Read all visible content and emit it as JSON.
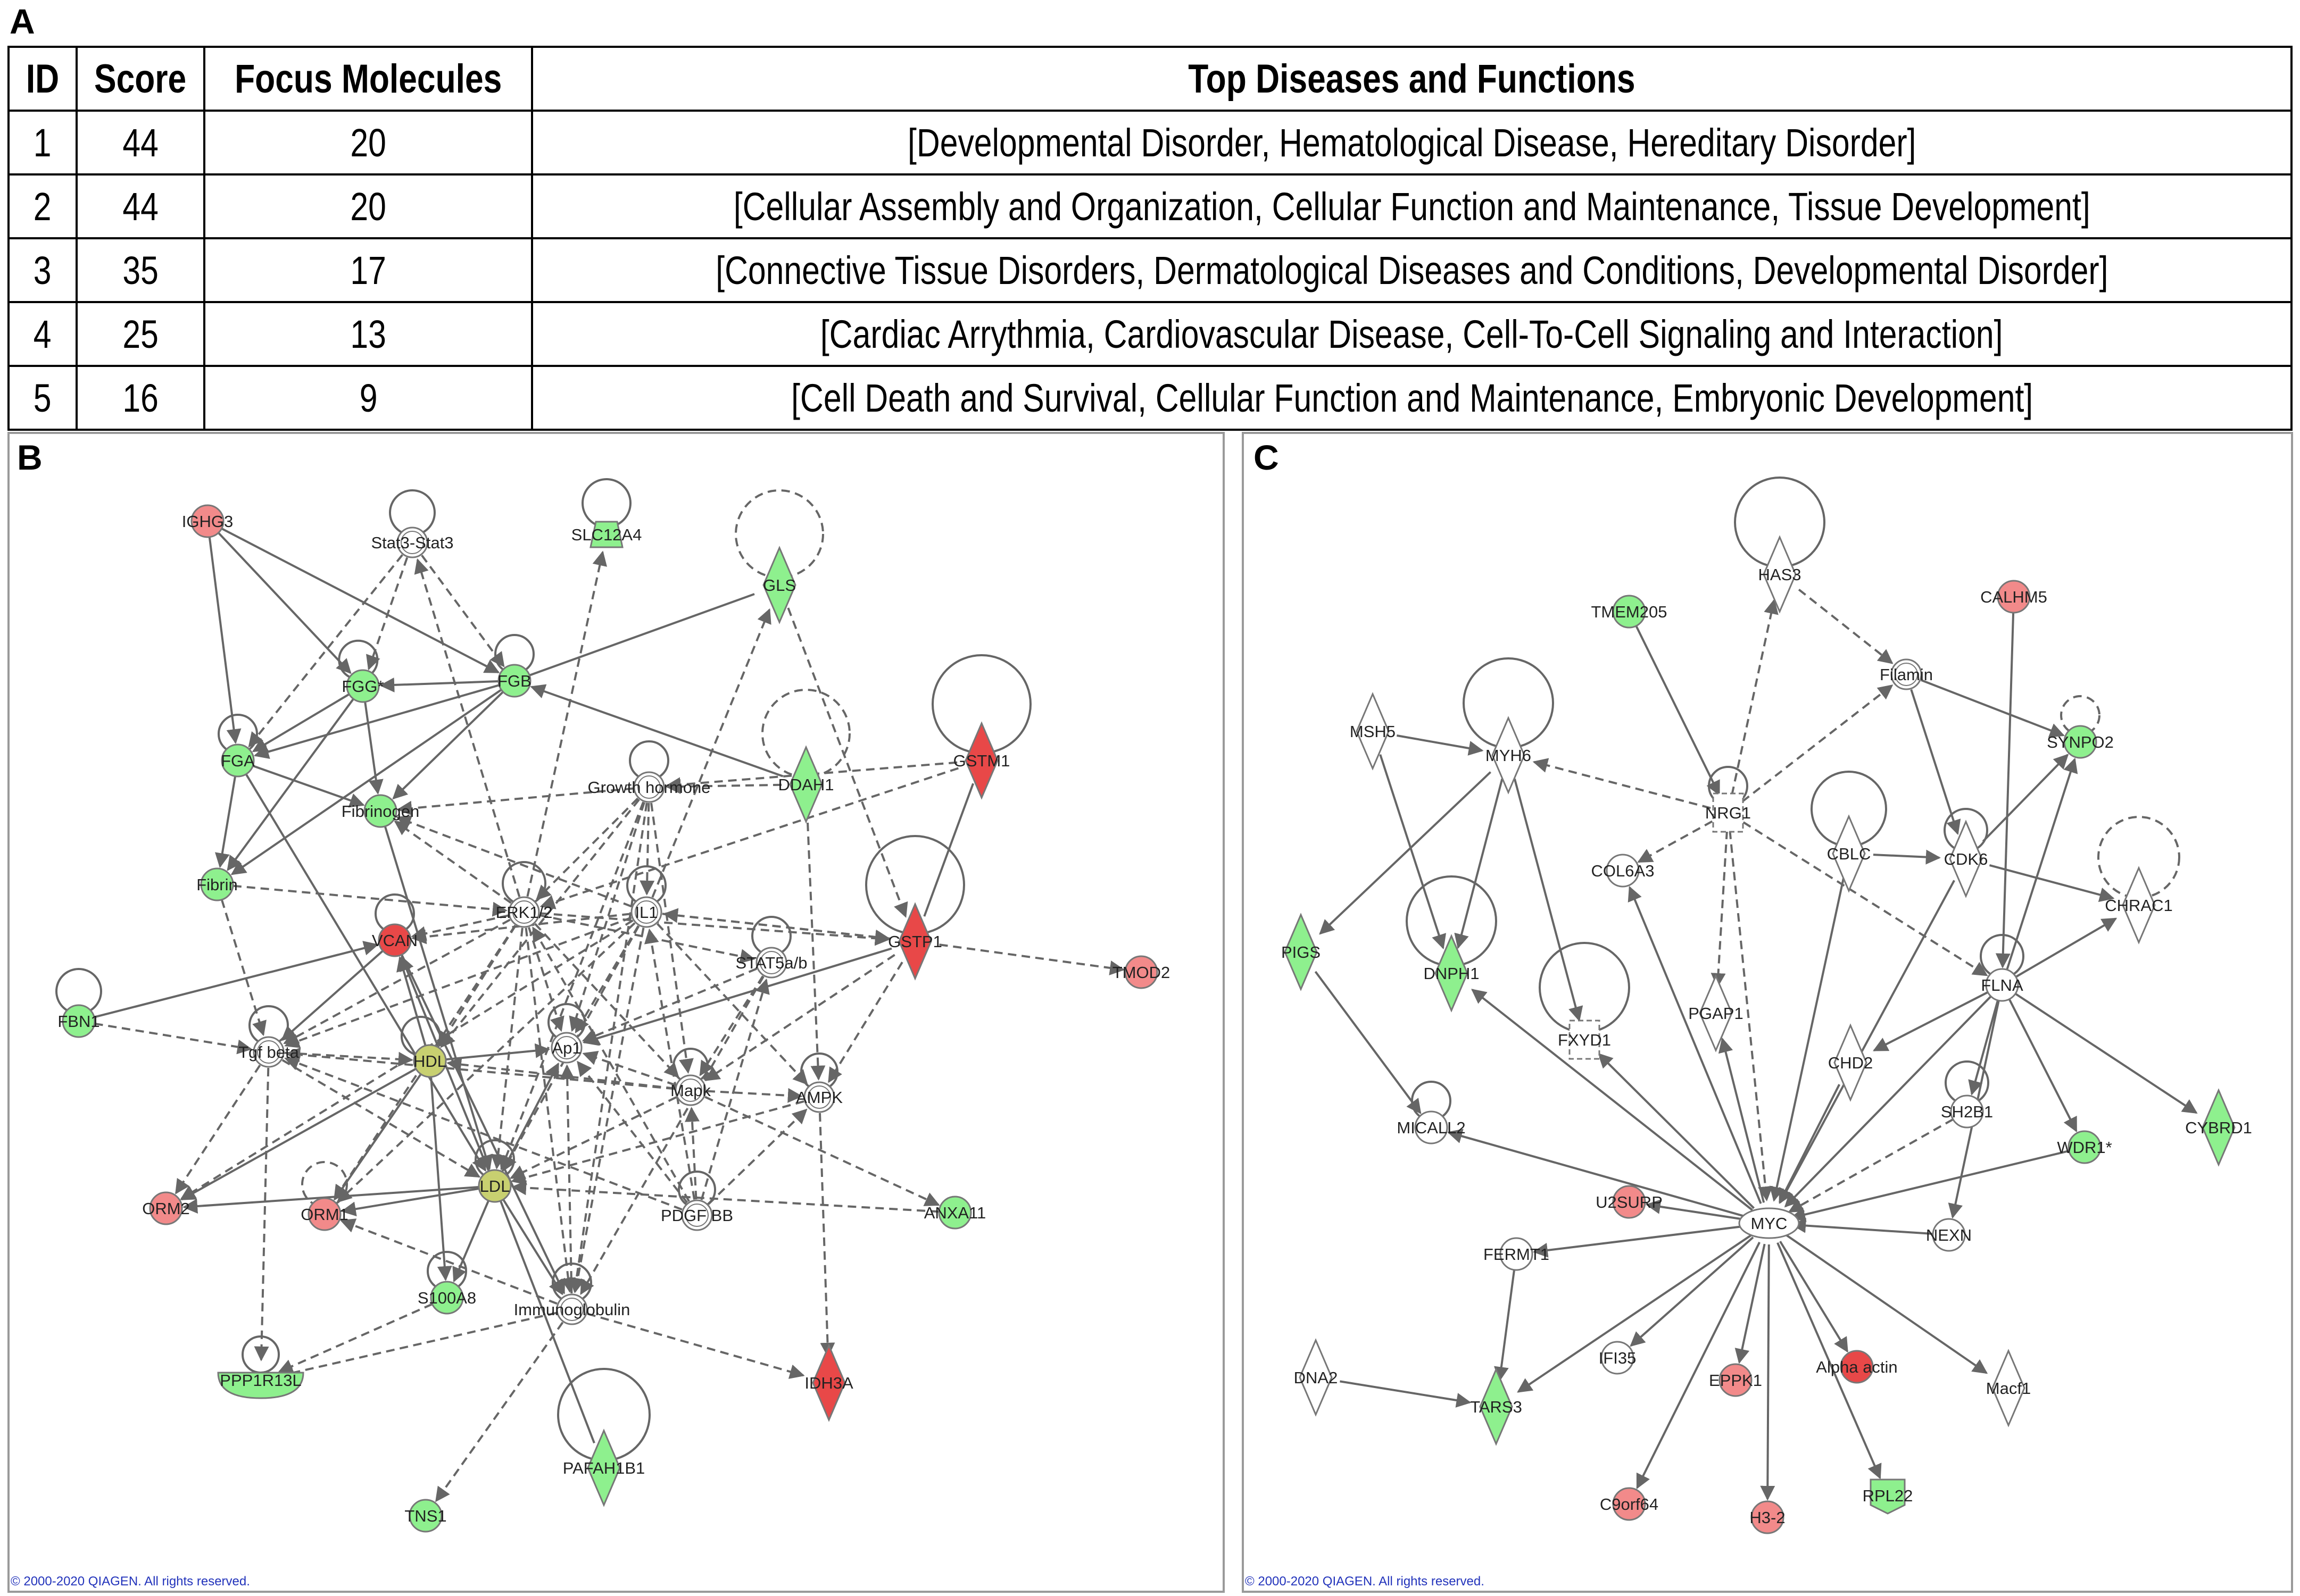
{
  "panel_labels": {
    "a": "A",
    "b": "B",
    "c": "C"
  },
  "table": {
    "headers": [
      "ID",
      "Score",
      "Focus Molecules",
      "Top Diseases and Functions"
    ],
    "rows": [
      [
        "1",
        "44",
        "20",
        "[Developmental Disorder, Hematological Disease, Hereditary Disorder]"
      ],
      [
        "2",
        "44",
        "20",
        "[Cellular Assembly and Organization, Cellular Function and Maintenance, Tissue Development]"
      ],
      [
        "3",
        "35",
        "17",
        "[Connective Tissue Disorders, Dermatological Diseases and Conditions, Developmental Disorder]"
      ],
      [
        "4",
        "25",
        "13",
        "[Cardiac Arrythmia, Cardiovascular Disease, Cell-To-Cell Signaling and Interaction]"
      ],
      [
        "5",
        "16",
        "9",
        "[Cell Death and Survival, Cellular Function and Maintenance, Embryonic Development]"
      ]
    ]
  },
  "copyright": {
    "b": "© 2000-2020 QIAGEN. All rights reserved.",
    "c": "© 2000-2020 QIAGEN. All rights reserved."
  },
  "colors": {
    "up": "#f28a8a",
    "up_strong": "#e84848",
    "down": "#8ef08e",
    "mixed": "#c8d070",
    "neutral": "#ffffff",
    "edge": "#666666",
    "copyright": "#2233bb"
  },
  "network_b": {
    "nodes": [
      {
        "id": "IGHG3",
        "label": "IGHG3",
        "shape": "circle",
        "color": "up"
      },
      {
        "id": "Stat3-Stat3",
        "label": "Stat3-Stat3",
        "shape": "dcircle",
        "color": "neutral"
      },
      {
        "id": "SLC12A4",
        "label": "SLC12A4",
        "shape": "trap",
        "color": "down"
      },
      {
        "id": "GLS",
        "label": "GLS",
        "shape": "diamond",
        "color": "down"
      },
      {
        "id": "FGG",
        "label": "FGG*",
        "shape": "circle",
        "color": "down"
      },
      {
        "id": "FGB",
        "label": "FGB",
        "shape": "circle",
        "color": "down"
      },
      {
        "id": "FGA",
        "label": "FGA",
        "shape": "circle",
        "color": "down"
      },
      {
        "id": "Growth hormone",
        "label": "Growth hormone",
        "shape": "dcircle",
        "color": "neutral"
      },
      {
        "id": "DDAH1",
        "label": "DDAH1",
        "shape": "diamond",
        "color": "down"
      },
      {
        "id": "GSTM1",
        "label": "GSTM1",
        "shape": "diamond",
        "color": "up_strong"
      },
      {
        "id": "Fibrinogen",
        "label": "Fibrinogen",
        "shape": "circle",
        "color": "down"
      },
      {
        "id": "Fibrin",
        "label": "Fibrin",
        "shape": "circle",
        "color": "down"
      },
      {
        "id": "ERK1/2",
        "label": "ERK1/2",
        "shape": "dcircle",
        "color": "neutral"
      },
      {
        "id": "IL1",
        "label": "IL1",
        "shape": "dcircle",
        "color": "neutral"
      },
      {
        "id": "VCAN",
        "label": "VCAN",
        "shape": "circle",
        "color": "up_strong"
      },
      {
        "id": "STAT5a/b",
        "label": "STAT5a/b",
        "shape": "dcircle",
        "color": "neutral"
      },
      {
        "id": "GSTP1",
        "label": "GSTP1",
        "shape": "diamond",
        "color": "up_strong"
      },
      {
        "id": "TMOD2",
        "label": "TMOD2",
        "shape": "circle",
        "color": "up"
      },
      {
        "id": "FBN1",
        "label": "FBN1",
        "shape": "circle",
        "color": "down"
      },
      {
        "id": "Tgf beta",
        "label": "Tgf beta",
        "shape": "dcircle",
        "color": "neutral"
      },
      {
        "id": "HDL",
        "label": "HDL",
        "shape": "circle",
        "color": "mixed"
      },
      {
        "id": "Ap1",
        "label": "Ap1",
        "shape": "dcircle",
        "color": "neutral"
      },
      {
        "id": "Mapk",
        "label": "Mapk",
        "shape": "dcircle",
        "color": "neutral"
      },
      {
        "id": "AMPK",
        "label": "AMPK",
        "shape": "dcircle",
        "color": "neutral"
      },
      {
        "id": "ORM2",
        "label": "ORM2",
        "shape": "circle",
        "color": "up"
      },
      {
        "id": "ORM1",
        "label": "ORM1",
        "shape": "circle",
        "color": "up"
      },
      {
        "id": "LDL",
        "label": "LDL",
        "shape": "circle",
        "color": "mixed"
      },
      {
        "id": "PDGF BB",
        "label": "PDGF BB",
        "shape": "dcircle",
        "color": "neutral"
      },
      {
        "id": "ANXA11",
        "label": "ANXA11",
        "shape": "circle",
        "color": "down"
      },
      {
        "id": "S100A8",
        "label": "S100A8",
        "shape": "circle",
        "color": "down"
      },
      {
        "id": "Immunoglobulin",
        "label": "Immunoglobulin",
        "shape": "dcircle",
        "color": "neutral"
      },
      {
        "id": "IDH3A",
        "label": "IDH3A",
        "shape": "diamond",
        "color": "up_strong"
      },
      {
        "id": "PPP1R13L",
        "label": "PPP1R13L",
        "shape": "half",
        "color": "down"
      },
      {
        "id": "PAFAH1B1",
        "label": "PAFAH1B1",
        "shape": "diamond",
        "color": "down"
      },
      {
        "id": "TNS1",
        "label": "TNS1",
        "shape": "circle",
        "color": "down"
      }
    ]
  },
  "network_c": {
    "nodes": [
      {
        "id": "HAS3",
        "label": "HAS3",
        "shape": "diamond",
        "color": "neutral"
      },
      {
        "id": "TMEM205",
        "label": "TMEM205",
        "shape": "circle",
        "color": "down"
      },
      {
        "id": "CALHM5",
        "label": "CALHM5",
        "shape": "circle",
        "color": "up"
      },
      {
        "id": "Filamin",
        "label": "Filamin",
        "shape": "dcircle",
        "color": "neutral"
      },
      {
        "id": "MSH5",
        "label": "MSH5",
        "shape": "diamond",
        "color": "neutral"
      },
      {
        "id": "MYH6",
        "label": "MYH6",
        "shape": "diamond",
        "color": "neutral"
      },
      {
        "id": "SYNPO2",
        "label": "SYNPO2",
        "shape": "circle",
        "color": "down"
      },
      {
        "id": "NRG1",
        "label": "NRG1",
        "shape": "rect",
        "color": "neutral"
      },
      {
        "id": "CBLC",
        "label": "CBLC",
        "shape": "diamond",
        "color": "neutral"
      },
      {
        "id": "CDK6",
        "label": "CDK6",
        "shape": "diamond",
        "color": "neutral"
      },
      {
        "id": "COL6A3",
        "label": "COL6A3",
        "shape": "circle",
        "color": "neutral"
      },
      {
        "id": "CHRAC1",
        "label": "CHRAC1",
        "shape": "diamond",
        "color": "neutral"
      },
      {
        "id": "PIGS",
        "label": "PIGS",
        "shape": "diamond",
        "color": "down"
      },
      {
        "id": "DNPH1",
        "label": "DNPH1",
        "shape": "diamond",
        "color": "down"
      },
      {
        "id": "FLNA",
        "label": "FLNA",
        "shape": "circle",
        "color": "neutral"
      },
      {
        "id": "PGAP1",
        "label": "PGAP1",
        "shape": "diamond",
        "color": "neutral"
      },
      {
        "id": "FXYD1",
        "label": "FXYD1",
        "shape": "rect",
        "color": "neutral"
      },
      {
        "id": "CHD2",
        "label": "CHD2",
        "shape": "diamond",
        "color": "neutral"
      },
      {
        "id": "SH2B1",
        "label": "SH2B1",
        "shape": "circle",
        "color": "neutral"
      },
      {
        "id": "CYBRD1",
        "label": "CYBRD1",
        "shape": "diamond",
        "color": "down"
      },
      {
        "id": "MICALL2",
        "label": "MICALL2",
        "shape": "circle",
        "color": "neutral"
      },
      {
        "id": "WDR1",
        "label": "WDR1*",
        "shape": "circle",
        "color": "down"
      },
      {
        "id": "U2SURP",
        "label": "U2SURP",
        "shape": "circle",
        "color": "up"
      },
      {
        "id": "MYC",
        "label": "MYC",
        "shape": "ellipse",
        "color": "neutral"
      },
      {
        "id": "NEXN",
        "label": "NEXN",
        "shape": "circle",
        "color": "neutral"
      },
      {
        "id": "FERMT1",
        "label": "FERMT1",
        "shape": "circle",
        "color": "neutral"
      },
      {
        "id": "DNA2",
        "label": "DNA2",
        "shape": "diamond",
        "color": "neutral"
      },
      {
        "id": "IFI35",
        "label": "IFI35",
        "shape": "circle",
        "color": "neutral"
      },
      {
        "id": "EPPK1",
        "label": "EPPK1",
        "shape": "circle",
        "color": "up"
      },
      {
        "id": "Alpha actin",
        "label": "Alpha actin",
        "shape": "circle",
        "color": "up_strong"
      },
      {
        "id": "Macf1",
        "label": "Macf1",
        "shape": "diamond",
        "color": "neutral"
      },
      {
        "id": "TARS3",
        "label": "TARS3",
        "shape": "diamond",
        "color": "down"
      },
      {
        "id": "C9orf64",
        "label": "C9orf64",
        "shape": "circle",
        "color": "up"
      },
      {
        "id": "H3-2",
        "label": "H3-2",
        "shape": "circle",
        "color": "up"
      },
      {
        "id": "RPL22",
        "label": "RPL22",
        "shape": "pent",
        "color": "down"
      }
    ]
  }
}
